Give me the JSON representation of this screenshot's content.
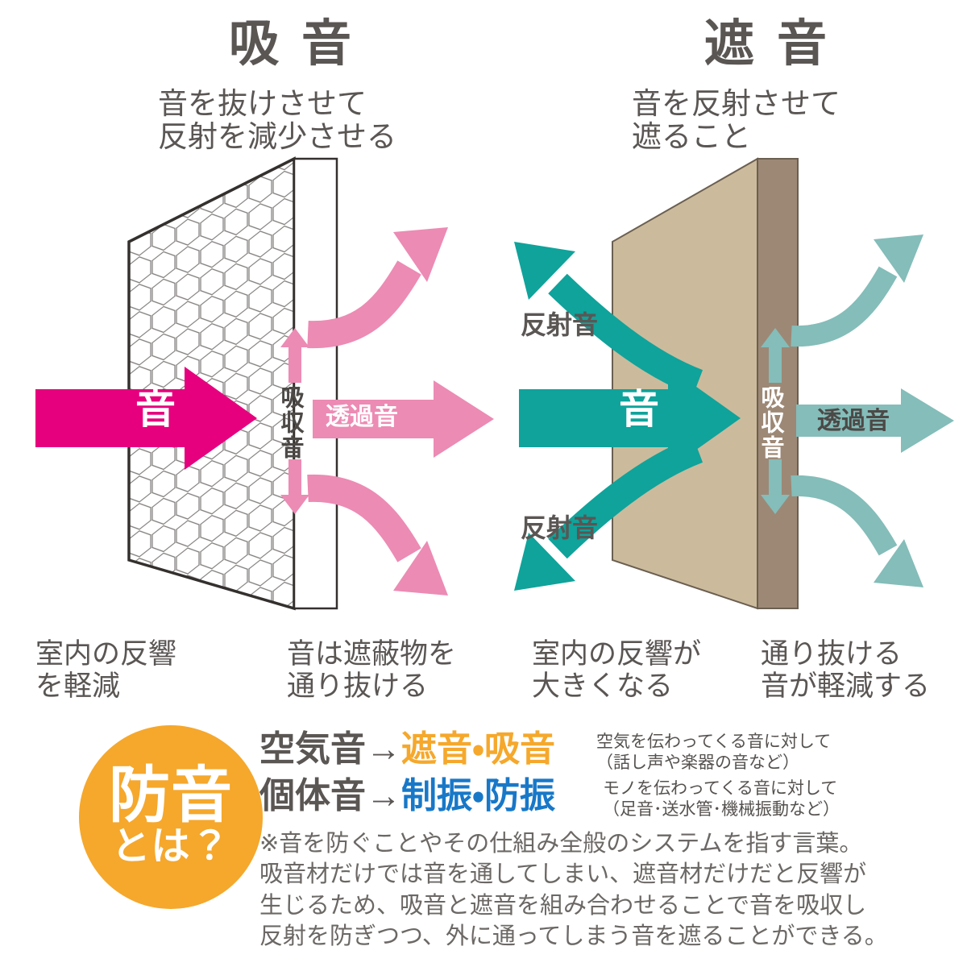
{
  "colors": {
    "magenta": "#e6007e",
    "pink": "#ec8bb4",
    "teal": "#0fa39b",
    "teal_light": "#84bdb9",
    "wall_face": "#cbbb9c",
    "wall_edge": "#9d8876",
    "orange": "#f5a82c",
    "blue": "#1878c8",
    "text_dark": "#5a5654",
    "honeycomb_line": "#7d7a78",
    "panel_outline": "#33302e"
  },
  "left_panel": {
    "title": "吸音",
    "subtitle": "音を抜けさせて\n反射を減少させる",
    "incoming_arrow_label": "音",
    "absorbed_label": "吸収音",
    "transmitted_label": "透過音",
    "caption_left": "室内の反響\nを軽減",
    "caption_right": "音は遮蔽物を\n通り抜ける"
  },
  "right_panel": {
    "title": "遮音",
    "subtitle": "音を反射させて\n遮ること",
    "incoming_arrow_label": "音",
    "reflected_label_top": "反射音",
    "reflected_label_bottom": "反射音",
    "absorbed_label": "吸収音",
    "transmitted_label": "透過音",
    "caption_left": "室内の反響が\n大きくなる",
    "caption_right": "通り抜ける\n音が軽減する"
  },
  "bottom": {
    "badge_main": "防音",
    "badge_sub": "とは？",
    "rows": [
      {
        "source": "空気音",
        "arrow": "→",
        "target": "遮音・吸音",
        "target_color": "orange",
        "note": "空気を伝わってくる音に対して\n（話し声や楽器の音など）"
      },
      {
        "source": "個体音",
        "arrow": "→",
        "target": "制振・防振",
        "target_color": "blue",
        "note": "モノを伝わってくる音に対して\n（足音･送水管･機械振動など）"
      }
    ],
    "footnote": "※音を防ぐことやその仕組み全般のシステムを指す言葉。\n吸音材だけでは音を通してしまい、遮音材だけだと反響が\n生じるため、吸音と遮音を組み合わせることで音を吸収し\n反射を防ぎつつ、外に通ってしまう音を遮ることができる。"
  }
}
